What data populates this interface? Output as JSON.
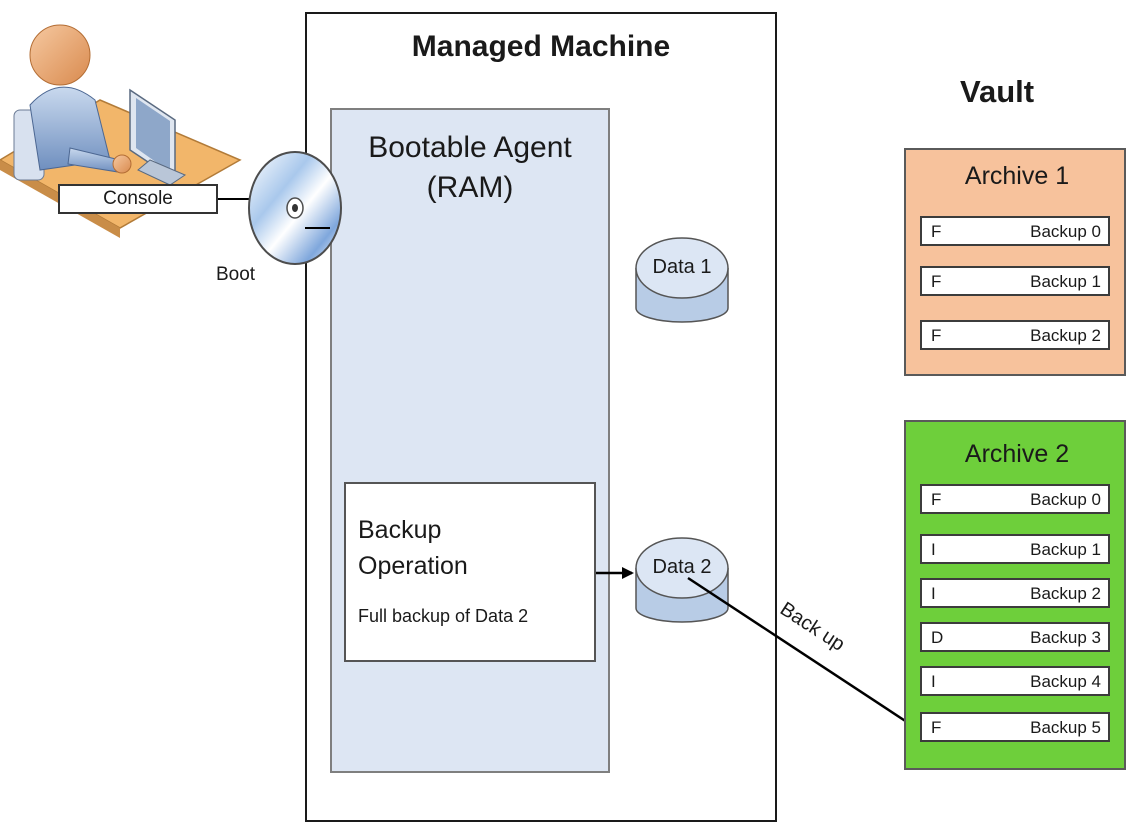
{
  "managed_machine": {
    "title": "Managed Machine",
    "agent": {
      "title_line1": "Bootable Agent",
      "title_line2": "(RAM)"
    },
    "operation": {
      "title_line1": "Backup",
      "title_line2": "Operation",
      "description": "Full backup of Data 2"
    },
    "disks": [
      {
        "label": "Data 1"
      },
      {
        "label": "Data 2"
      }
    ]
  },
  "console": {
    "label": "Console"
  },
  "boot_label": "Boot",
  "backup_arrow_label": "Back up",
  "vault": {
    "title": "Vault",
    "archives": [
      {
        "title": "Archive 1",
        "color": "#f7c29c",
        "backups": [
          {
            "type": "F",
            "name": "Backup 0"
          },
          {
            "type": "F",
            "name": "Backup 1"
          },
          {
            "type": "F",
            "name": "Backup 2"
          }
        ]
      },
      {
        "title": "Archive 2",
        "color": "#6ecf3b",
        "backups": [
          {
            "type": "F",
            "name": "Backup 0"
          },
          {
            "type": "I",
            "name": "Backup 1"
          },
          {
            "type": "I",
            "name": "Backup 2"
          },
          {
            "type": "D",
            "name": "Backup 3"
          },
          {
            "type": "I",
            "name": "Backup 4"
          },
          {
            "type": "F",
            "name": "Backup 5"
          }
        ]
      }
    ]
  },
  "icons": {
    "user": "user-at-computer-icon",
    "disc": "boot-disc-icon",
    "disk": "database-disk-icon"
  }
}
